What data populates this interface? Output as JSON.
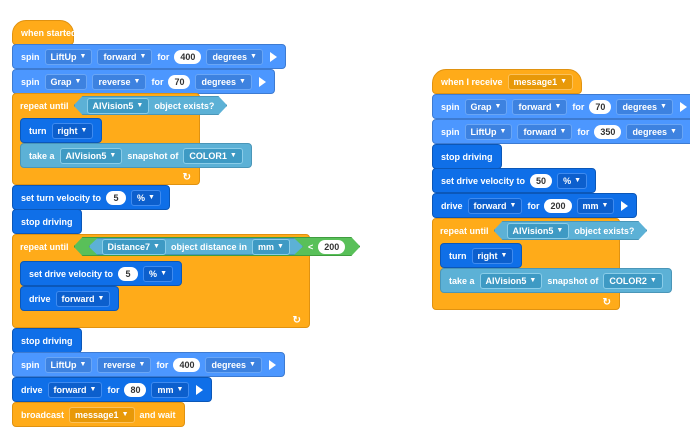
{
  "script1": {
    "when_started": "when started",
    "spin1": {
      "cmd": "spin",
      "motor": "LiftUp",
      "dir": "forward",
      "for": "for",
      "amount": "400",
      "unit": "degrees"
    },
    "spin2": {
      "cmd": "spin",
      "motor": "Grap",
      "dir": "reverse",
      "for": "for",
      "amount": "70",
      "unit": "degrees"
    },
    "repeat1": {
      "label": "repeat until",
      "sensor": "AIVision5",
      "text": "object exists?"
    },
    "turn1": {
      "cmd": "turn",
      "dir": "right"
    },
    "snap1": {
      "take": "take a",
      "sensor": "AIVision5",
      "snapshot": "snapshot of",
      "color": "COLOR1"
    },
    "set_turn": {
      "label": "set turn velocity to",
      "value": "5",
      "unit": "%"
    },
    "stop1": "stop driving",
    "repeat2": {
      "label": "repeat until",
      "sensor": "Distance7",
      "text": "object distance in",
      "unit": "mm",
      "op": "<",
      "value": "200"
    },
    "set_drive": {
      "label": "set drive velocity to",
      "value": "5",
      "unit": "%"
    },
    "drive1": {
      "cmd": "drive",
      "dir": "forward"
    },
    "stop2": "stop driving",
    "spin3": {
      "cmd": "spin",
      "motor": "LiftUp",
      "dir": "reverse",
      "for": "for",
      "amount": "400",
      "unit": "degrees"
    },
    "drive2": {
      "cmd": "drive",
      "dir": "forward",
      "for": "for",
      "amount": "80",
      "unit": "mm"
    },
    "broadcast": {
      "label": "broadcast",
      "message": "message1",
      "wait": "and wait"
    }
  },
  "script2": {
    "when_receive": {
      "label": "when I receive",
      "message": "message1"
    },
    "spin1": {
      "cmd": "spin",
      "motor": "Grap",
      "dir": "forward",
      "for": "for",
      "amount": "70",
      "unit": "degrees"
    },
    "spin2": {
      "cmd": "spin",
      "motor": "LiftUp",
      "dir": "forward",
      "for": "for",
      "amount": "350",
      "unit": "degrees"
    },
    "stop1": "stop driving",
    "set_drive": {
      "label": "set drive velocity to",
      "value": "50",
      "unit": "%"
    },
    "drive1": {
      "cmd": "drive",
      "dir": "forward",
      "for": "for",
      "amount": "200",
      "unit": "mm"
    },
    "repeat1": {
      "label": "repeat until",
      "sensor": "AIVision5",
      "text": "object exists?"
    },
    "turn1": {
      "cmd": "turn",
      "dir": "right"
    },
    "snap1": {
      "take": "take a",
      "sensor": "AIVision5",
      "snapshot": "snapshot of",
      "color": "COLOR2"
    }
  },
  "icons": {
    "loop_arrow": "↻-loop-icon",
    "caret": "▼",
    "play": "run-play-icon"
  },
  "colors": {
    "motion": "#4c97ff",
    "drivetrain": "#0f6fe8",
    "control": "#ffab19",
    "sensing": "#5cb1d6",
    "operator": "#59c059"
  }
}
